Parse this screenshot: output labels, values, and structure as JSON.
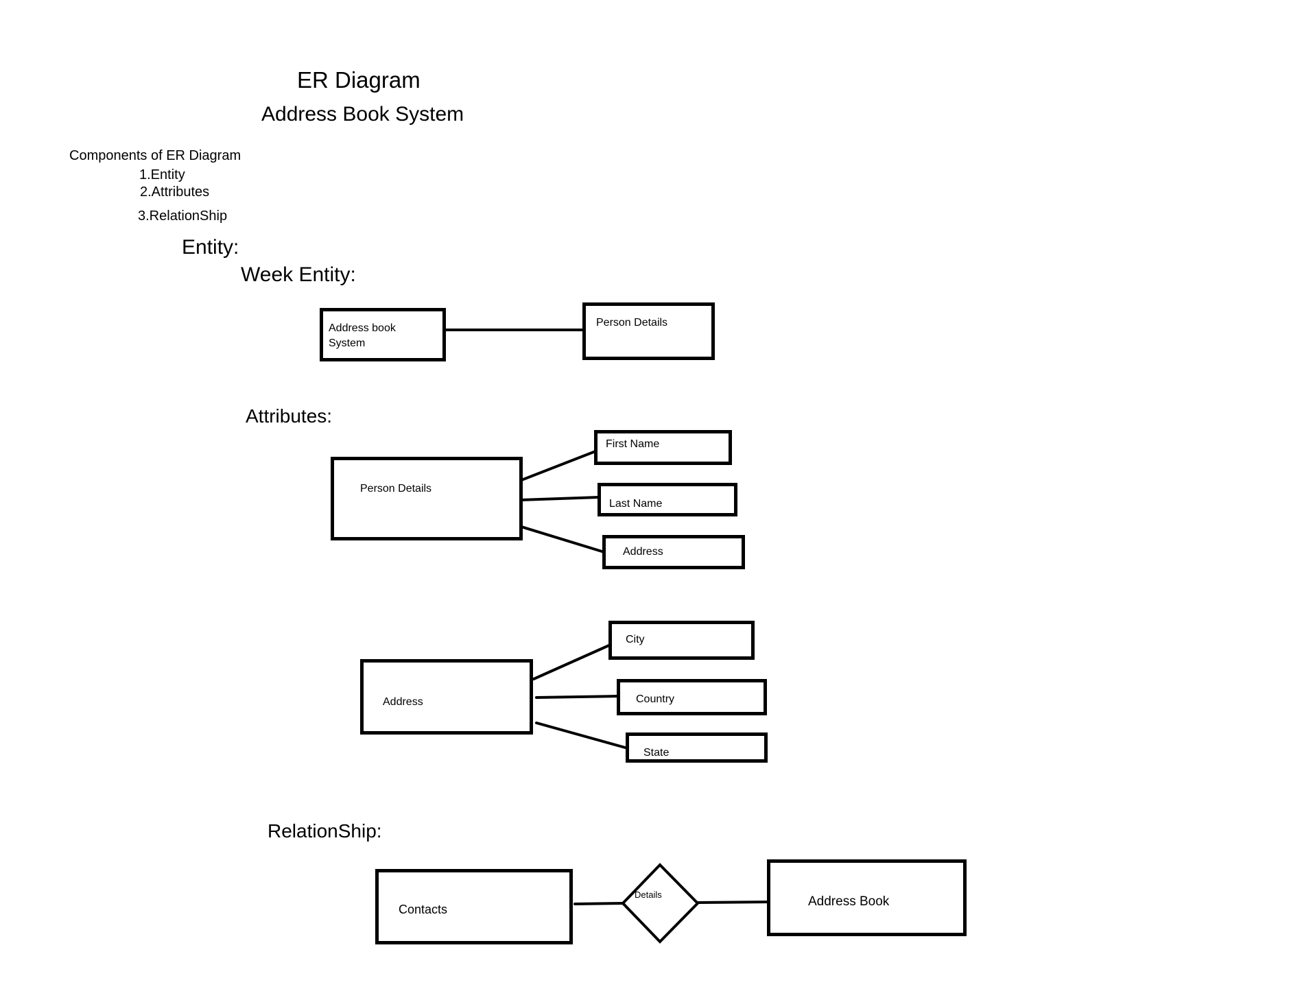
{
  "header": {
    "title": "ER Diagram",
    "subtitle": "Address Book System"
  },
  "components": {
    "heading": "Components of ER Diagram",
    "items": [
      "1.Entity",
      "2.Attributes",
      "3.RelationShip"
    ]
  },
  "sections": {
    "entity": "Entity:",
    "week_entity": "Week Entity:",
    "attributes": "Attributes:",
    "relationship": "RelationShip:"
  },
  "week_entity": {
    "left": "Address book\nSystem",
    "right": "Person Details"
  },
  "person_attributes": {
    "entity": "Person Details",
    "attrs": [
      "First Name",
      "Last Name",
      "Address"
    ]
  },
  "address_attributes": {
    "entity": "Address",
    "attrs": [
      "City",
      "Country",
      "State"
    ]
  },
  "relationship": {
    "left": "Contacts",
    "relation": "Details",
    "right": "Address Book"
  }
}
